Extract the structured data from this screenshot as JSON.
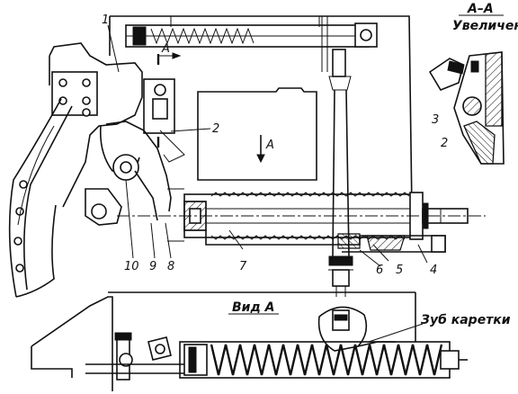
{
  "labels": {
    "section_title": "А–А",
    "section_subtitle": "Увеличено",
    "view_title": "Вид А",
    "carriage_tooth": "Зуб каретки",
    "section_arrow": "А",
    "view_arrow": "А"
  },
  "callouts": {
    "n1": "1",
    "n2_main": "2",
    "n2_section": "2",
    "n3": "3",
    "n4": "4",
    "n5": "5",
    "n6": "6",
    "n7": "7",
    "n8": "8",
    "n9": "9",
    "n10": "10"
  }
}
